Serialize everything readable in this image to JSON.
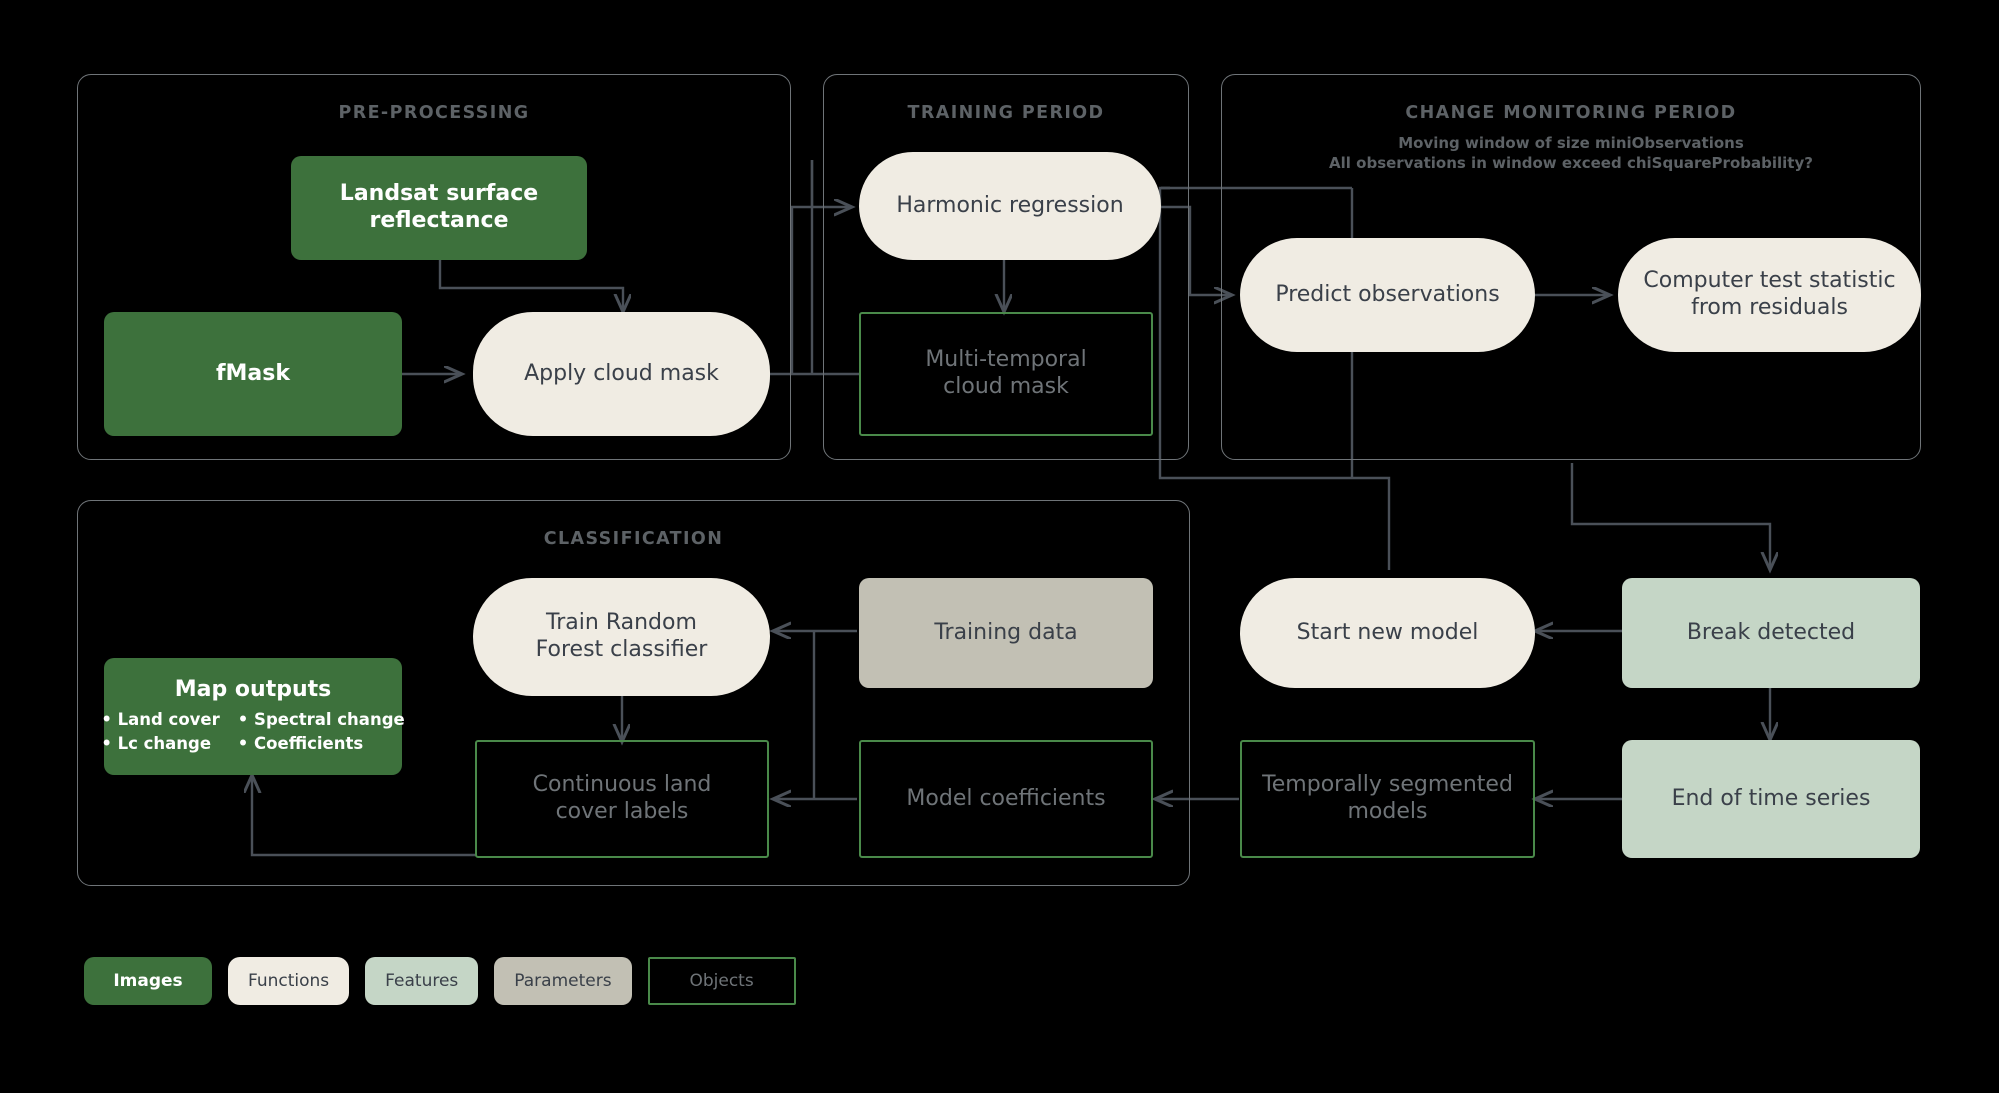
{
  "panels": [
    {
      "id": "pre-processing",
      "title": "PRE-PROCESSING",
      "subtitle": ""
    },
    {
      "id": "training-period",
      "title": "TRAINING PERIOD",
      "subtitle": ""
    },
    {
      "id": "change-monitoring-period",
      "title": "CHANGE MONITORING PERIOD",
      "subtitle_line1": "Moving window of size miniObservations",
      "subtitle_line2": "All observations in window exceed chiSquareProbability?"
    },
    {
      "id": "classification",
      "title": "CLASSIFICATION",
      "subtitle": ""
    }
  ],
  "nodes": {
    "landsat_surface_reflectance": "Landsat surface\nreflectance",
    "fmask": "fMask",
    "apply_cloud_mask": "Apply cloud mask",
    "harmonic_regression": "Harmonic regression",
    "multi_temporal_cloud_mask": "Multi-temporal\ncloud mask",
    "predict_observations": "Predict observations",
    "computer_test_statistic": "Computer test statistic\nfrom residuals",
    "break_detected": "Break detected",
    "end_of_time_series": "End of time series",
    "start_new_model": "Start new model",
    "temporally_segmented_models": "Temporally segmented\nmodels",
    "model_coefficients": "Model coefficients",
    "training_data": "Training data",
    "train_random_forest": "Train Random\nForest classifier",
    "continuous_land_cover_labels": "Continuous land\ncover labels"
  },
  "map_outputs": {
    "title": "Map outputs",
    "column_left": [
      "• Land cover",
      "• Lc change"
    ],
    "column_right": [
      "• Spectral change",
      "• Coefficients"
    ]
  },
  "legend": [
    {
      "label": "Images",
      "style": "image"
    },
    {
      "label": "Functions",
      "style": "function"
    },
    {
      "label": "Features",
      "style": "feature"
    },
    {
      "label": "Parameters",
      "style": "parameter"
    },
    {
      "label": "Objects",
      "style": "object"
    }
  ],
  "colors": {
    "background": "#000000",
    "images": "#3d713c",
    "functions": "#f0ece3",
    "features": "#c5d6c6",
    "parameters": "#c2c0b4",
    "objects_border": "#4a8a4a",
    "panel_border": "#6f7478",
    "connector": "#3f454c",
    "text_dark": "#3a4049",
    "text_muted": "#5d6266"
  }
}
